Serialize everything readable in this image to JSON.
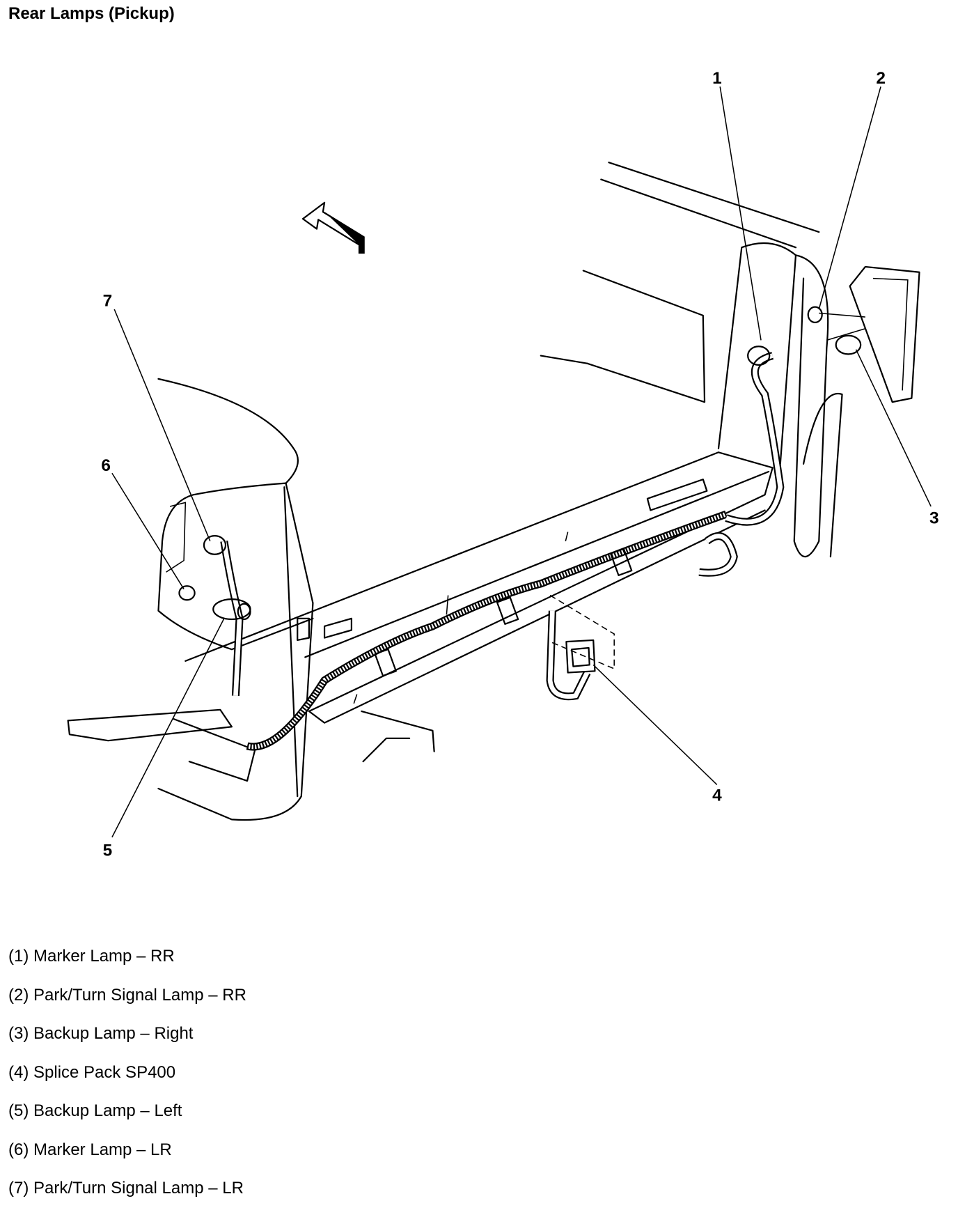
{
  "title": "Rear Lamps (Pickup)",
  "callouts": [
    "1",
    "2",
    "3",
    "4",
    "5",
    "6",
    "7"
  ],
  "legend": [
    "(1) Marker Lamp – RR",
    "(2) Park/Turn Signal Lamp – RR",
    "(3) Backup Lamp – Right",
    "(4) Splice Pack SP400",
    "(5) Backup Lamp – Left",
    "(6) Marker Lamp – LR",
    "(7) Park/Turn Signal Lamp – LR"
  ]
}
